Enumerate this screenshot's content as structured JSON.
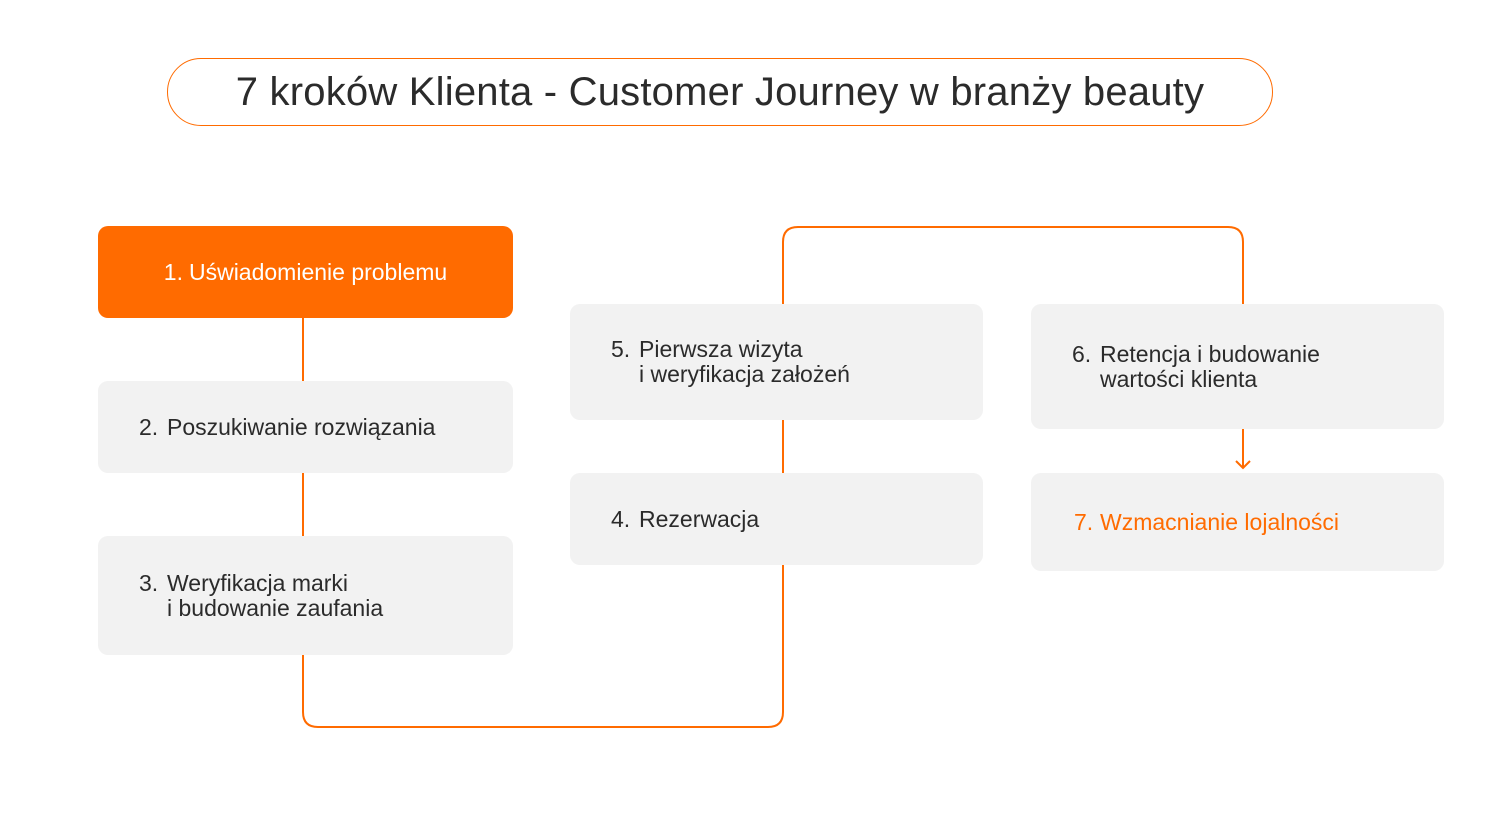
{
  "title": "7 kroków Klienta - Customer Journey w branży beauty",
  "colors": {
    "accent": "#ff6b00",
    "box_bg": "#f2f2f2",
    "text": "#2b2b2b"
  },
  "steps": [
    {
      "num": "1.",
      "label": "Uświadomienie problemu"
    },
    {
      "num": "2.",
      "label": "Poszukiwanie rozwiązania"
    },
    {
      "num": "3.",
      "label": "Weryfikacja marki\ni budowanie zaufania"
    },
    {
      "num": "4.",
      "label": "Rezerwacja"
    },
    {
      "num": "5.",
      "label": "Pierwsza wizyta\ni weryfikacja założeń"
    },
    {
      "num": "6.",
      "label": "Retencja i budowanie\n wartości klienta"
    },
    {
      "num": "7.",
      "label": "Wzmacnianie lojalności"
    }
  ]
}
